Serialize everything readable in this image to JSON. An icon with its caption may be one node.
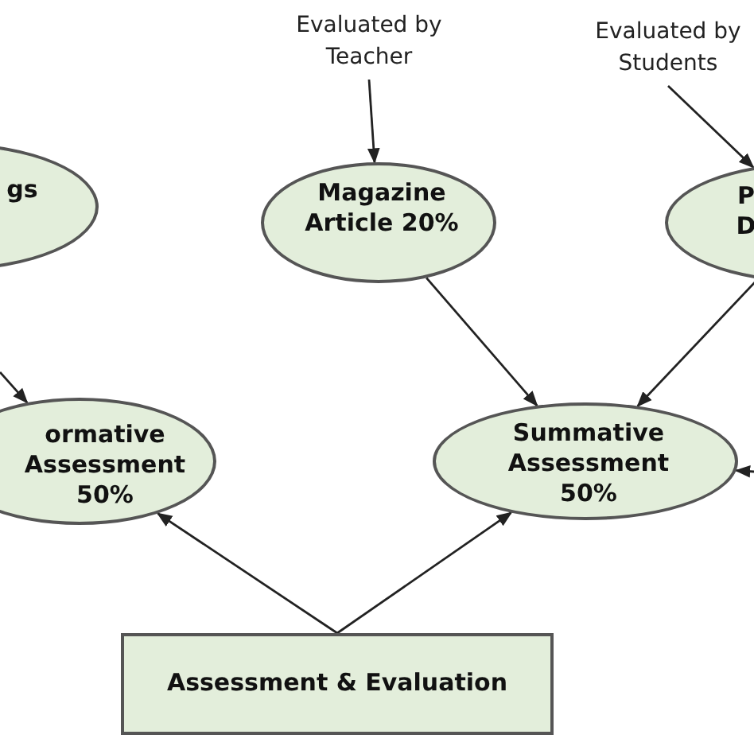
{
  "diagram": {
    "nodes": [
      {
        "text": [
          "gs"
        ]
      },
      {
        "text": [
          "Evaluated by Teacher"
        ]
      },
      {
        "text": [
          "Magazine Article 20%"
        ]
      },
      {
        "text": [
          "Evaluated by Students"
        ]
      },
      {
        "text": [
          "P D"
        ]
      },
      {
        "text": [
          "ormative Assessment 50%"
        ]
      },
      {
        "text": [
          "Summative Assessment 50%"
        ]
      },
      {
        "text": [
          "Assessment & Evaluation"
        ]
      }
    ],
    "edges": [
      {
        "from": 1,
        "to": 2,
        "arrow": "to"
      },
      {
        "from": 3,
        "to": 4,
        "arrow": "to"
      },
      {
        "from": null,
        "to": 5,
        "arrow": "to"
      },
      {
        "from": 2,
        "to": 6,
        "arrow": "to"
      },
      {
        "from": 4,
        "to": 6,
        "arrow": "to"
      },
      {
        "from": 7,
        "to": 5,
        "arrow": "to"
      },
      {
        "from": 7,
        "to": 6,
        "arrow": "to"
      },
      {
        "from": null,
        "to": 6,
        "arrow": "to"
      }
    ]
  }
}
